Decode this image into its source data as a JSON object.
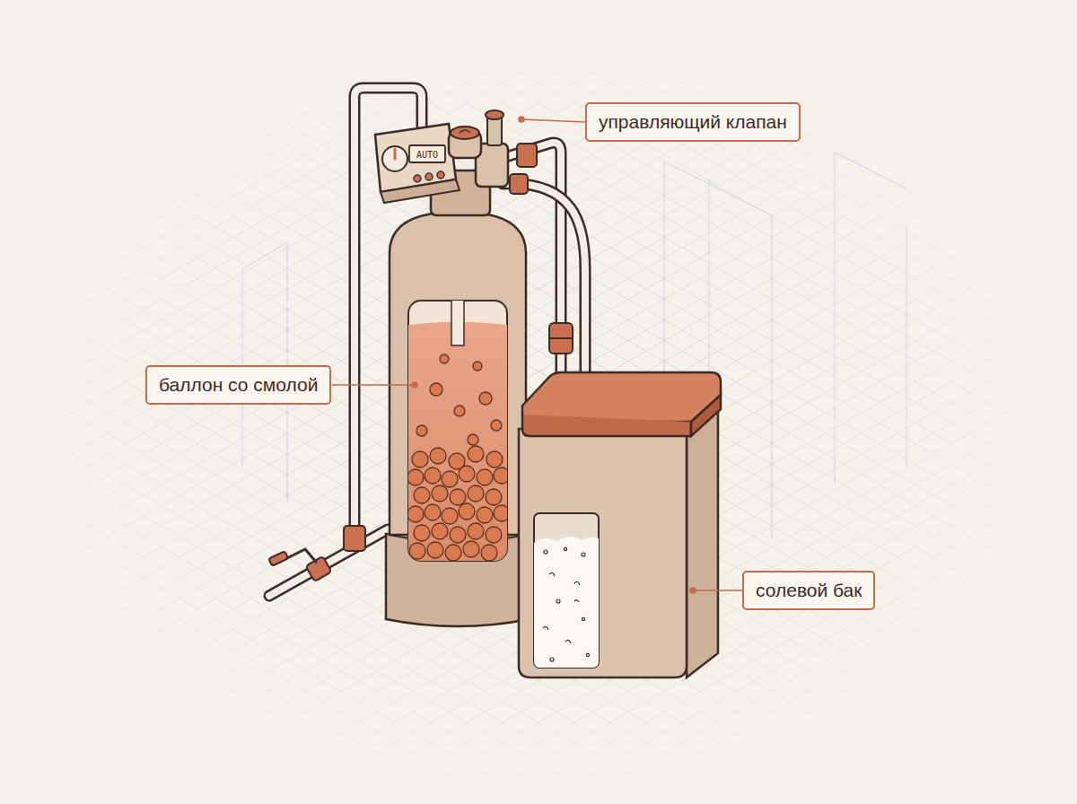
{
  "diagram": {
    "nodes": [
      {
        "text": [
          "управляющий клапан"
        ]
      },
      {
        "text": [
          "баллон со смолой"
        ]
      },
      {
        "text": [
          "солевой бак"
        ]
      }
    ],
    "labels": [
      "AUTO"
    ]
  }
}
